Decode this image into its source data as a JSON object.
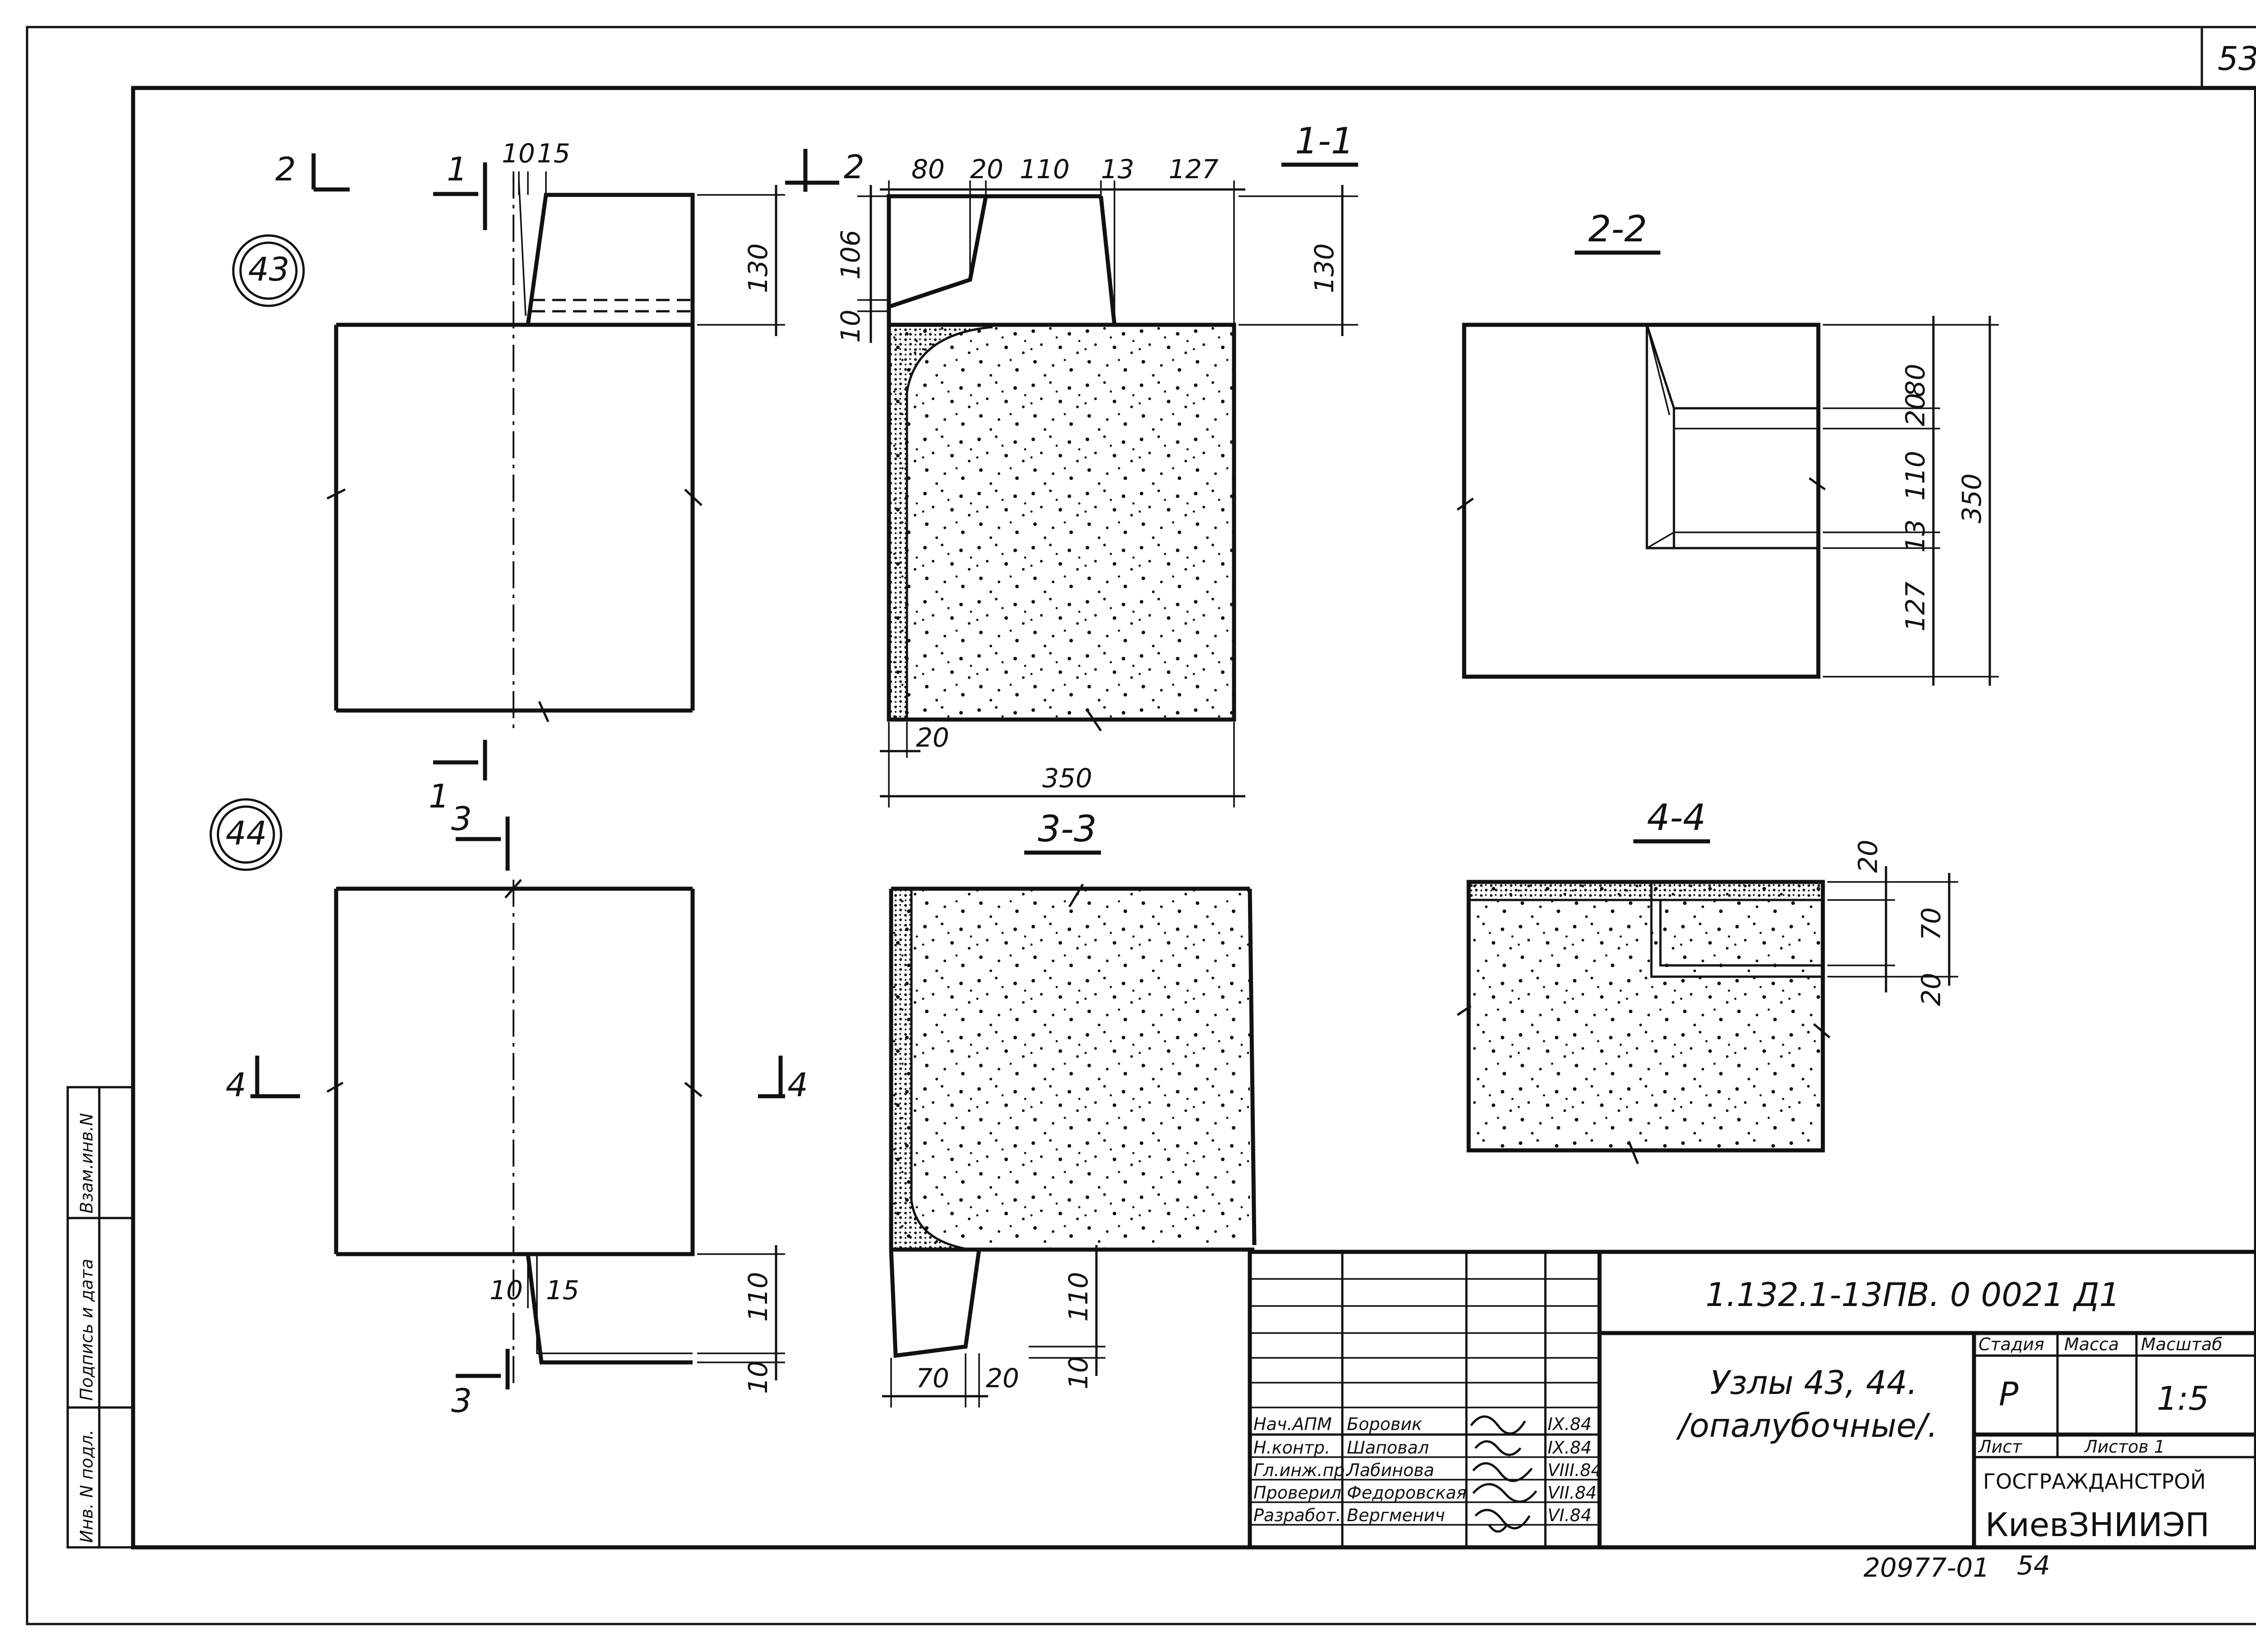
{
  "sheet": {
    "page_number": "53",
    "designation": "1.132.1-13ПВ. 0 0021 Д1",
    "title_line1": "Узлы 43, 44.",
    "title_line2": "/опалубочные/.",
    "stage_label": "Стадия",
    "mass_label": "Масса",
    "scale_label": "Масштаб",
    "stage": "Р",
    "scale": "1:5",
    "sheet_label": "Лист",
    "sheets_label": "Листов 1",
    "org1": "ГОСГРАЖДАНСТРОЙ",
    "org2": "КиевЗНИИЭП",
    "footer_code": "20977-01",
    "footer_page": "54"
  },
  "side_stamp": [
    "Инв. N подл.",
    "Подпись и дата",
    "Взам.инв.N"
  ],
  "signatures": [
    {
      "role": "Нач.АПМ",
      "name": "Боровик",
      "date": "IX.84"
    },
    {
      "role": "Н.контр.",
      "name": "Шаповал",
      "date": "IX.84"
    },
    {
      "role": "Гл.инж.пр.",
      "name": "Лабинова",
      "date": "VIII.84"
    },
    {
      "role": "Проверил",
      "name": "Федоровская",
      "date": "VII.84"
    },
    {
      "role": "Разработ.",
      "name": "Вергменич",
      "date": "VI.84"
    }
  ],
  "nodes": {
    "n43": "43",
    "n44": "44"
  },
  "section_labels": {
    "s11": "1-1",
    "s22": "2-2",
    "s33": "3-3",
    "s44": "4-4"
  },
  "cut_marks": {
    "m1": "1",
    "m2": "2",
    "m3": "3",
    "m4": "4"
  },
  "dims": {
    "d10": "10",
    "d15": "15",
    "d130": "130",
    "d80": "80",
    "d20": "20",
    "d110": "110",
    "d13": "13",
    "d127": "127",
    "d106": "106",
    "d350": "350",
    "d70": "70"
  }
}
